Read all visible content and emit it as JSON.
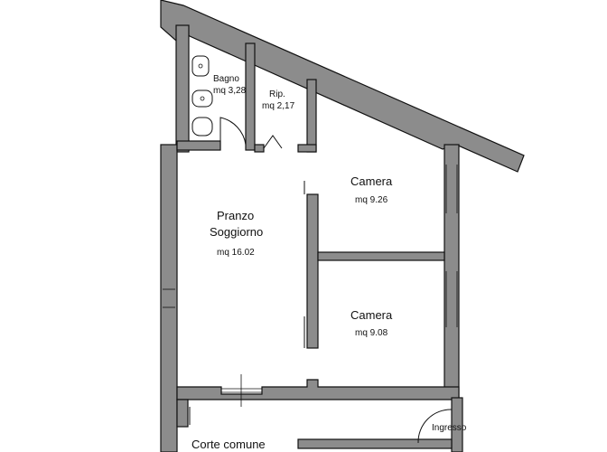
{
  "rooms": {
    "bagno": {
      "name": "Bagno",
      "area": "mq 3,28"
    },
    "ripostiglio": {
      "name": "Rip.",
      "area": "mq 2,17"
    },
    "camera1": {
      "name": "Camera",
      "area": "mq 9.26"
    },
    "soggiorno": {
      "line1": "Pranzo",
      "line2": "Soggiorno",
      "area": "mq 16.02"
    },
    "camera2": {
      "name": "Camera",
      "area": "mq 9.08"
    }
  },
  "labels": {
    "ingresso": "Ingresso",
    "corte": "Corte comune"
  }
}
